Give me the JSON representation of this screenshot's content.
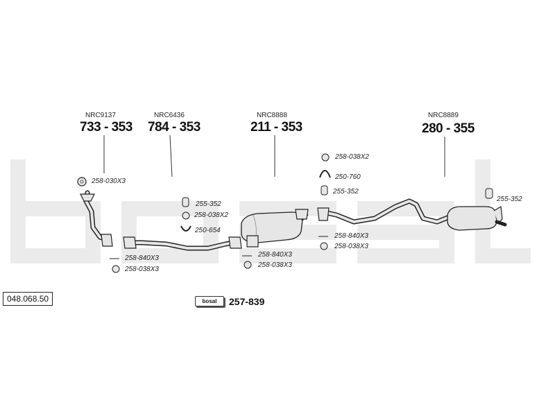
{
  "oem_numbers": [
    "NRC9137",
    "NRC6436",
    "NRC8888",
    "NRC8889"
  ],
  "part_numbers": [
    "733 - 353",
    "784 - 353",
    "211 - 353",
    "280 - 355"
  ],
  "accessories": [
    "258-030X3",
    "255-352",
    "258-038X2",
    "250-654",
    "258-840X3",
    "258-038X3",
    "258-840X3",
    "258-038X3",
    "258-038X2",
    "250-760",
    "255-352",
    "258-840X3",
    "258-038X3",
    "255-352"
  ],
  "reference_number": "048.068.50",
  "mounting_kit": {
    "badge": "bosal",
    "number": "257-839"
  },
  "watermark_text": "bosal",
  "colors": {
    "line": "#222222",
    "part_fill": "#e6e6e6",
    "watermark": "#ebebeb"
  }
}
